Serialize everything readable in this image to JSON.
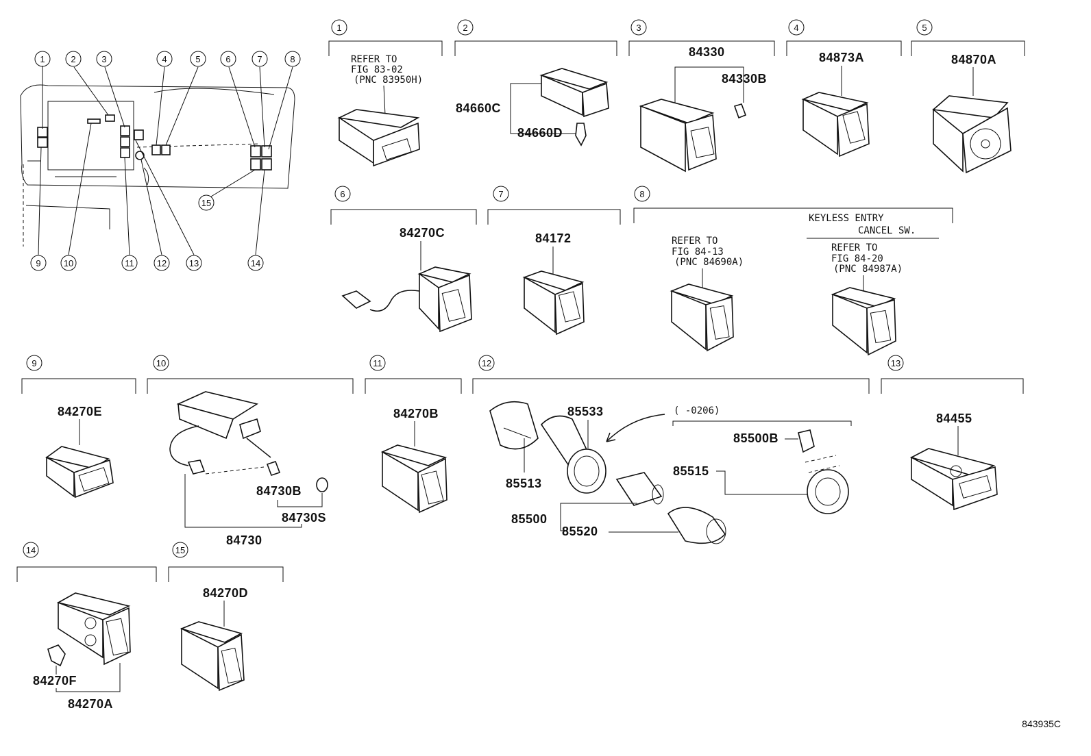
{
  "diagram_code": "843935C",
  "callouts": [
    "1",
    "2",
    "3",
    "4",
    "5",
    "6",
    "7",
    "8",
    "9",
    "10",
    "11",
    "12",
    "13",
    "14",
    "15"
  ],
  "section1": {
    "refer1": "REFER TO",
    "refer2": "FIG 83-02",
    "refer3": "(PNC 83950H)"
  },
  "section2": {
    "part_a": "84660C",
    "part_b": "84660D"
  },
  "section3": {
    "part_a": "84330",
    "part_b": "84330B"
  },
  "section4": {
    "part_a": "84873A"
  },
  "section5": {
    "part_a": "84870A"
  },
  "section6": {
    "part_a": "84270C"
  },
  "section7": {
    "part_a": "84172"
  },
  "section8": {
    "refer_left_1": "REFER TO",
    "refer_left_2": "FIG 84-13",
    "refer_left_3": "(PNC 84690A)",
    "keyless_1": "KEYLESS ENTRY",
    "keyless_2": "CANCEL SW.",
    "refer_right_1": "REFER TO",
    "refer_right_2": "FIG 84-20",
    "refer_right_3": "(PNC 84987A)"
  },
  "section9": {
    "part_a": "84270E"
  },
  "section10": {
    "part_a": "84730B",
    "part_b": "84730S",
    "part_c": "84730"
  },
  "section11": {
    "part_a": "84270B"
  },
  "section12": {
    "part_a": "85533",
    "part_b": "85513",
    "part_c": "85500",
    "part_d": "85520",
    "part_e": "85515",
    "part_f": "85500B",
    "range": "(     -0206)"
  },
  "section13": {
    "part_a": "84455"
  },
  "section14": {
    "part_a": "84270F",
    "part_b": "84270A"
  },
  "section15": {
    "part_a": "84270D"
  }
}
